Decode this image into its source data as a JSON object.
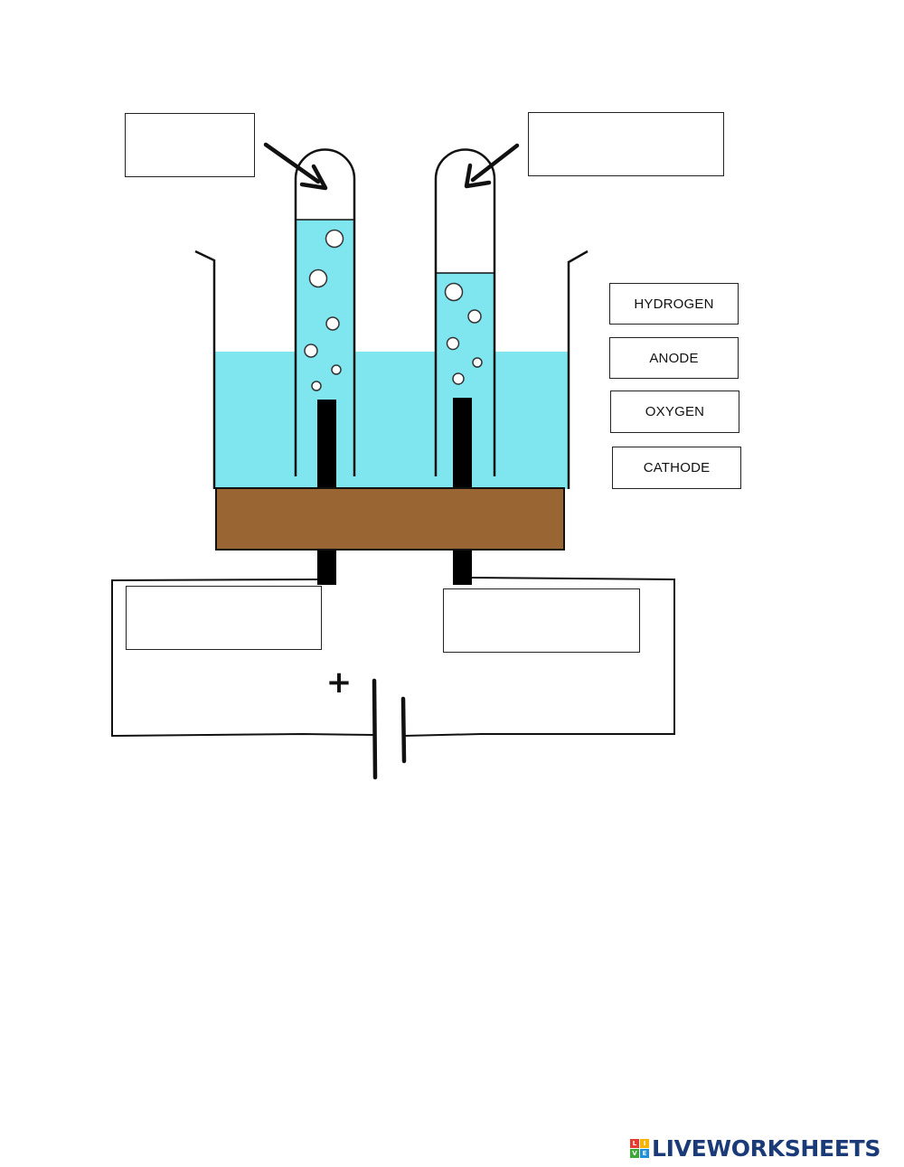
{
  "labels": {
    "hydrogen": "HYDROGEN",
    "anode": "ANODE",
    "oxygen": "OXYGEN",
    "cathode": "CATHODE"
  },
  "battery": {
    "positive_sign": "+"
  },
  "watermark": {
    "text": "LIVEWORKSHEETS",
    "mark_letters": [
      "L",
      "I",
      "V",
      "E"
    ]
  },
  "colors": {
    "water": "#7fe6ef",
    "base": "#996633",
    "electrode": "#000000",
    "brand": "#1a3a78"
  }
}
